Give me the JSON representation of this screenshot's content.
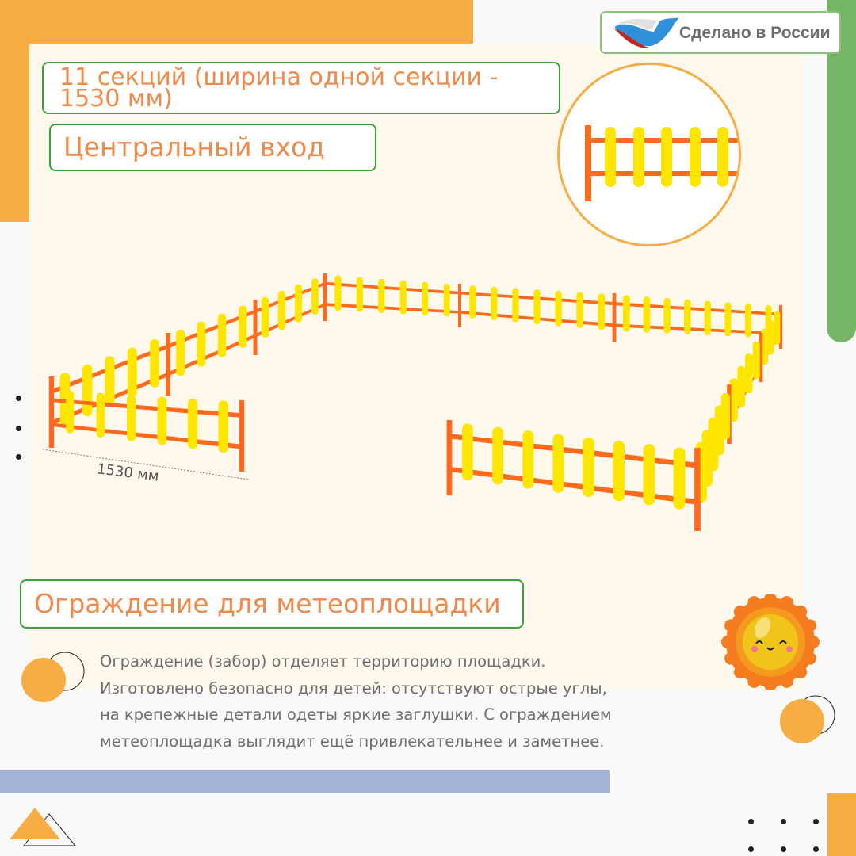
{
  "sections_title": "11 секций (ширина одной секции - 1530 мм)",
  "entrance_label": "Центральный вход",
  "product_title": "Ограждение для метеоплощадки",
  "made_in_russia": "Сделано в России",
  "dimension_label": "1530 мм",
  "description": [
    "Ограждение (забор) отделяет территорию площадки.",
    "Изготовлено безопасно для детей: отсутствуют острые углы,",
    "на крепежные детали одеты яркие заглушки. С ограждением",
    "метеоплощадка выглядит ещё привлекательнее и заметнее."
  ],
  "colors": {
    "accent": "#f6ad44",
    "green": "#74b566",
    "rail": "#ff6a1f",
    "picket": "#ffe600",
    "blue": "#a2b3d8"
  }
}
